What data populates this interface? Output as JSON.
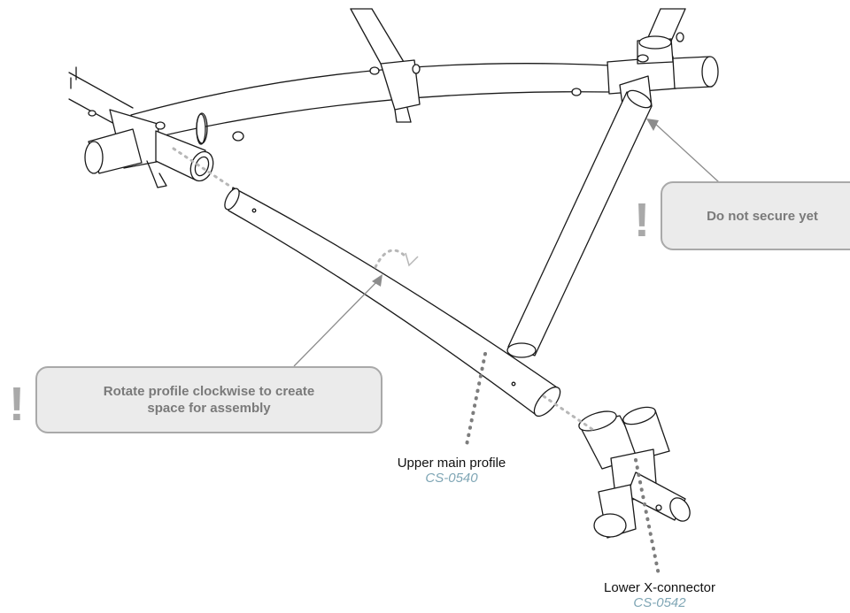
{
  "notes": {
    "secure": {
      "text": "Do not secure yet",
      "icon": "exclamation-icon",
      "mark": "!"
    },
    "rotate": {
      "text": "Rotate profile clockwise to create space for assembly",
      "icon": "exclamation-icon",
      "mark": "!"
    }
  },
  "parts": {
    "profile": {
      "name": "Upper main profile",
      "code": "CS-0540"
    },
    "connector": {
      "name": "Lower X-connector",
      "code": "CS-0542"
    }
  },
  "colors": {
    "line": "#1a1a1a",
    "callout_fill": "#ebebeb",
    "callout_border": "#a9a9a9",
    "callout_text": "#7a7a7a",
    "leader": "#8c8c8c",
    "part_code": "#7fa6b5"
  }
}
